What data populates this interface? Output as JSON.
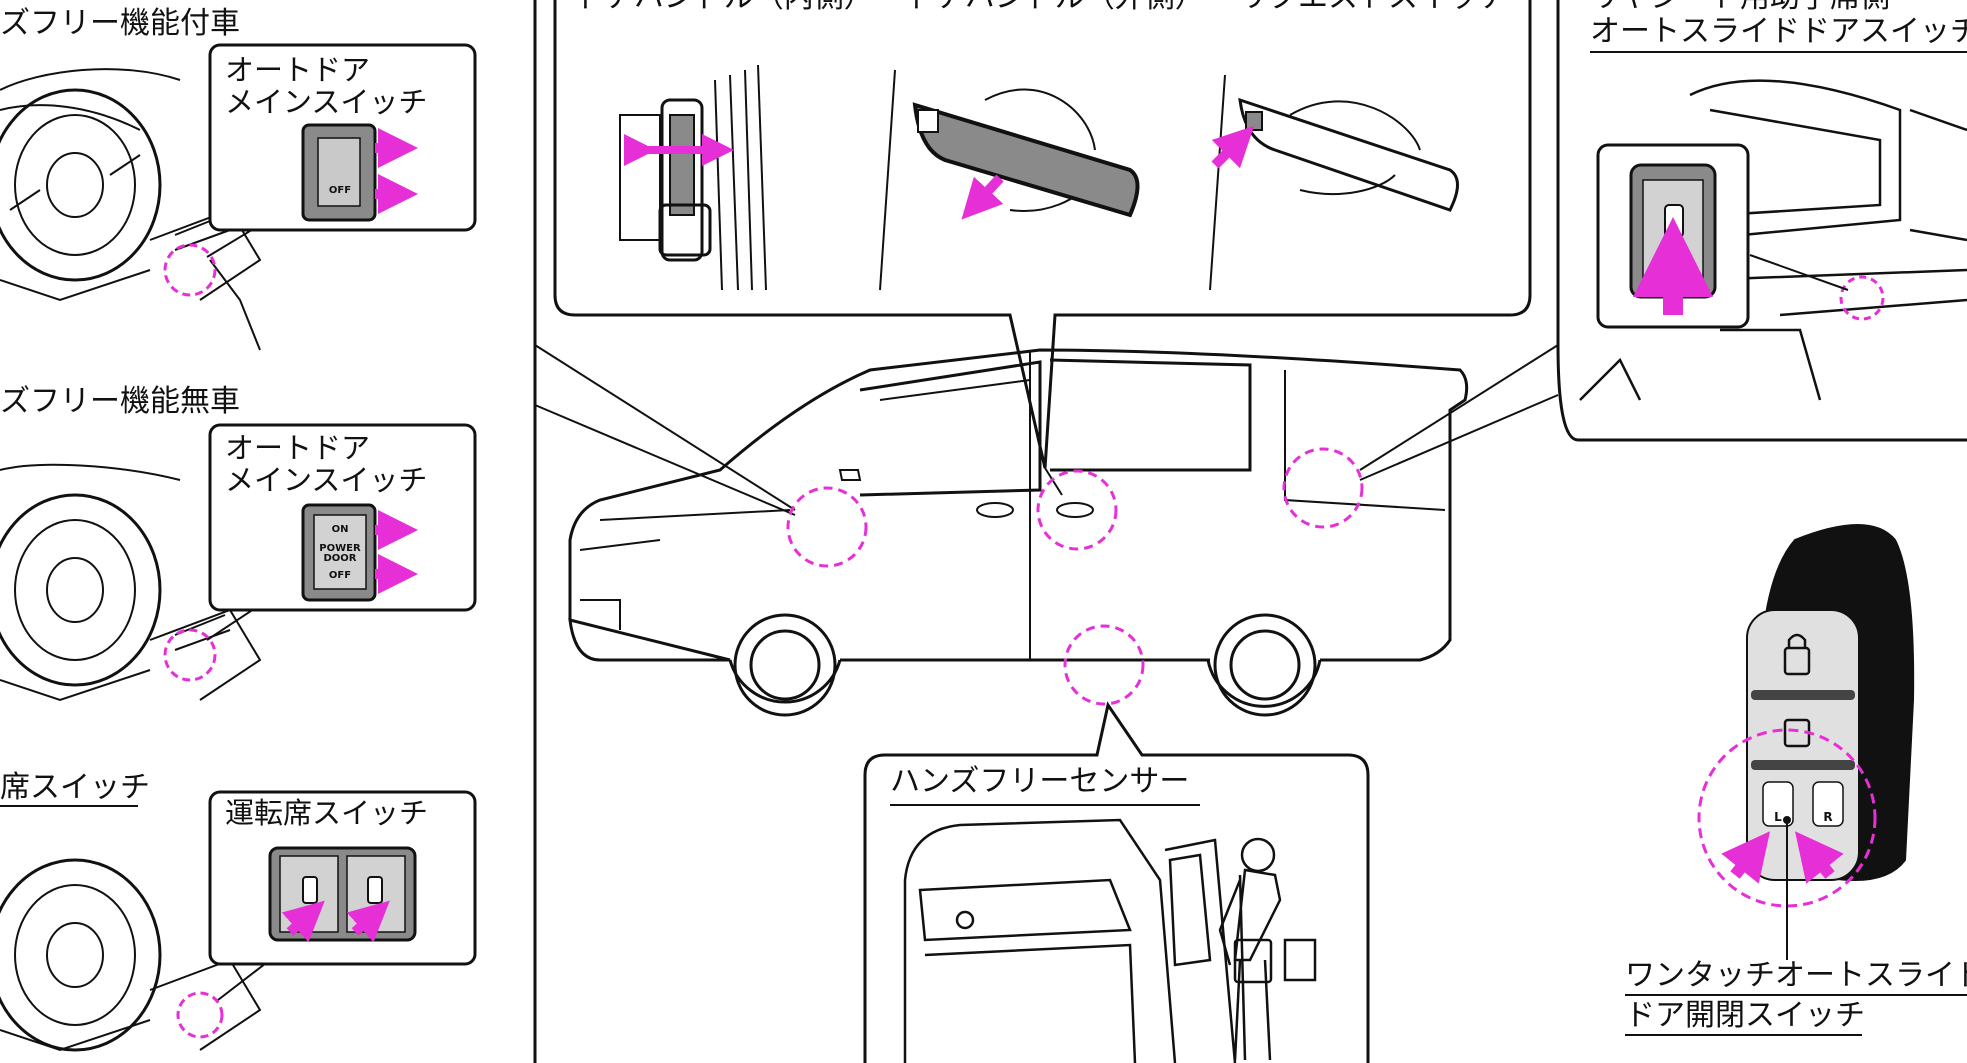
{
  "left_panel": {
    "section1_title": "ズフリー機能付車",
    "section1_callout_line1": "オートドア",
    "section1_callout_line2": "メインスイッチ",
    "section1_off": "OFF",
    "section2_title": "ズフリー機能無車",
    "section2_callout_line1": "オートドア",
    "section2_callout_line2": "メインスイッチ",
    "section2_on": "ON",
    "section2_power": "POWER",
    "section2_door": "DOOR",
    "section2_off": "OFF",
    "section3_title": "席スイッチ",
    "section3_callout": "運転席スイッチ"
  },
  "center_panel": {
    "top_label_1": "ドアハンドル（内側）",
    "top_label_2": "ドアハンドル（外側）",
    "top_label_3": "リクエストスイッチ",
    "sensor_label": "ハンズフリーセンサー"
  },
  "right_panel": {
    "top_label_cut": "リヤシート用助手席側",
    "top_label": "オートスライドドアスイッチ",
    "key_l": "L",
    "key_r": "R",
    "key_caption_line1": "ワンタッチオートスライド",
    "key_caption_line2": "ドア開閉スイッチ"
  },
  "colors": {
    "highlight_magenta": "#e62fd6",
    "line_black": "#111111",
    "switch_gray": "#8a8a8a"
  }
}
